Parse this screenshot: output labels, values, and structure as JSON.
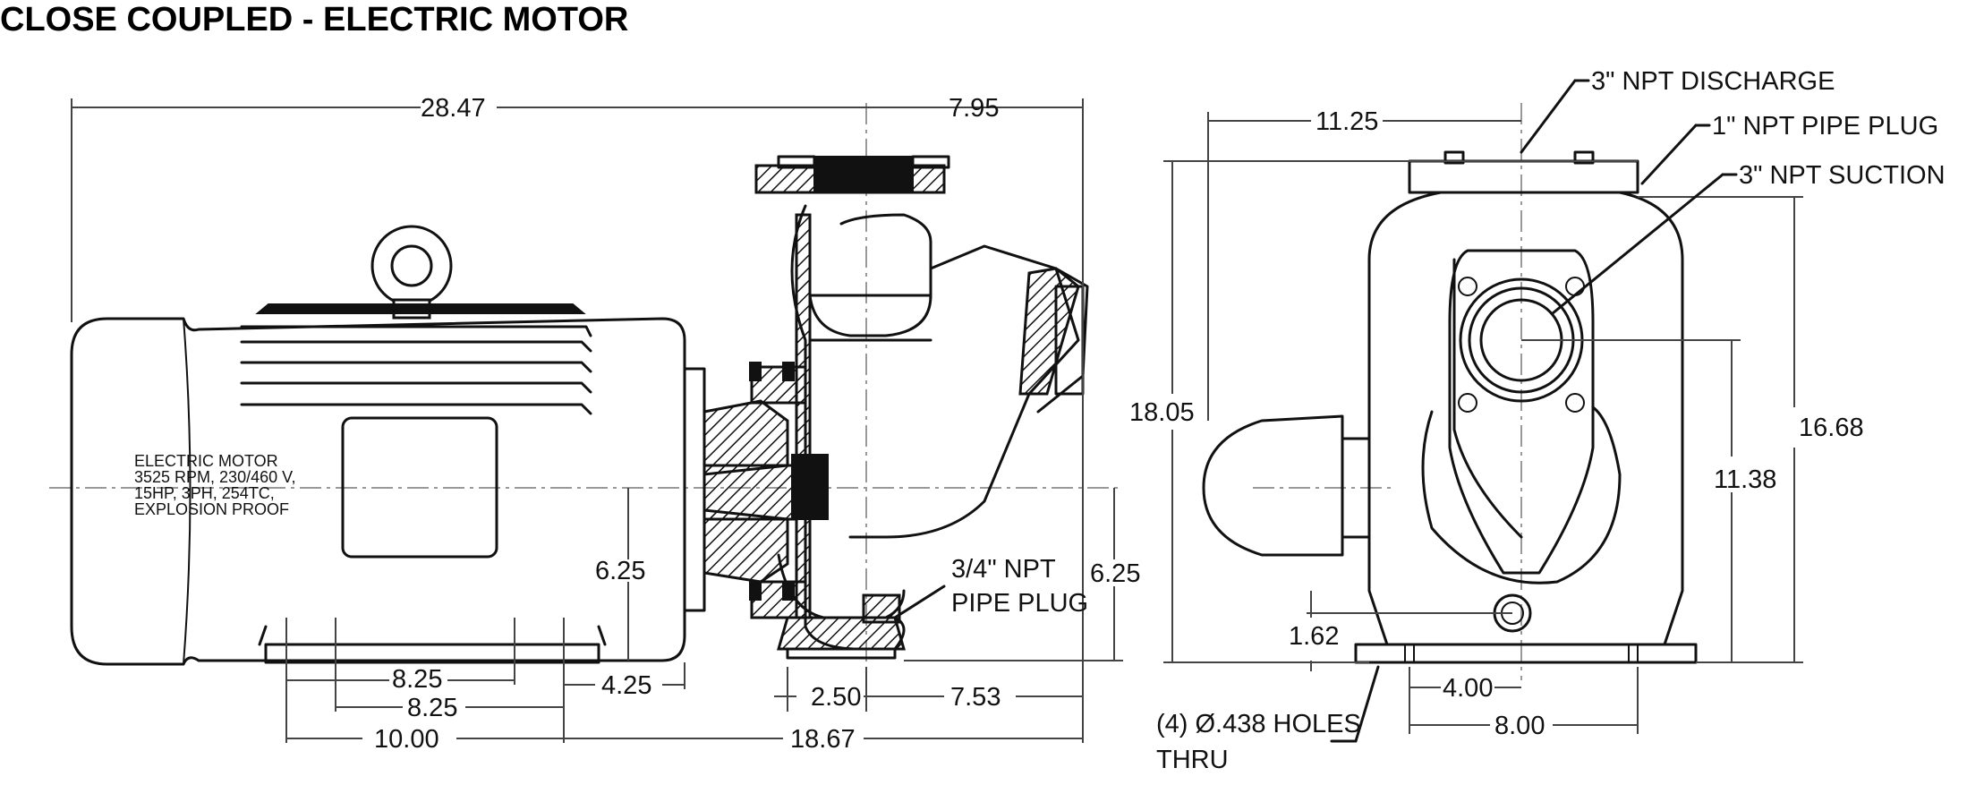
{
  "title": "CLOSE COUPLED - ELECTRIC MOTOR",
  "motor_note": [
    "ELECTRIC MOTOR",
    "3525 RPM, 230/460 V,",
    "15HP, 3PH, 254TC,",
    "EXPLOSION PROOF"
  ],
  "side_view": {
    "overall_length": "28.47",
    "discharge_offset": "7.95",
    "shaft_height": "6.25",
    "pump_shaft_height": "6.25",
    "foot_spacing_a": "8.25",
    "foot_spacing_b": "8.25",
    "base_length": "10.00",
    "motor_overhang": "4.25",
    "pump_foot": "2.50",
    "pump_base": "7.53",
    "total_base": "18.67",
    "plug_label": [
      "3/4\" NPT",
      "PIPE PLUG"
    ]
  },
  "end_view": {
    "width_top": "11.25",
    "overall_height": "18.05",
    "suction_height": "16.68",
    "center_height": "11.38",
    "drain_height": "1.62",
    "bolt_half": "4.00",
    "bolt_full": "8.00",
    "discharge_label": "3\" NPT DISCHARGE",
    "pipe_plug_label": "1\" NPT PIPE PLUG",
    "suction_label": "3\" NPT SUCTION",
    "holes_label": [
      "(4) Ø.438 HOLES",
      "THRU"
    ]
  }
}
